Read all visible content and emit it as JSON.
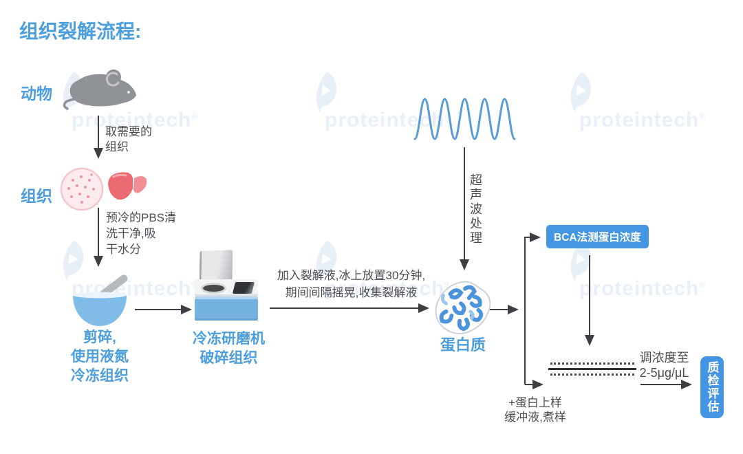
{
  "title": "组织裂解流程:",
  "watermark": {
    "text": "proteintech",
    "reg_mark": "®"
  },
  "labels": {
    "animal": "动物",
    "tissue": "组织",
    "mortar_lines": [
      "剪碎,",
      "使用液氮",
      "冷冻组织"
    ],
    "grinder_lines": [
      "冷冻研磨机",
      "破碎组织"
    ],
    "protein": "蛋白质"
  },
  "steps": {
    "take_tissue": [
      "取需要的",
      "组织"
    ],
    "pbs_wash": [
      "预冷的PBS清",
      "洗干净,吸",
      "干水分"
    ],
    "add_lysis": [
      "加入裂解液,冰上放置30分钟,",
      "期间间隔摇晃,收集裂解液"
    ],
    "ultrasound": "超声波处理",
    "sample_loading": [
      "+蛋白上样",
      "缓冲液,煮样"
    ],
    "adjust_concentration": [
      "调浓度至",
      "2-5μg/μL"
    ]
  },
  "badges": {
    "bca": "BCA法测蛋白浓度",
    "qc": "质检评估"
  },
  "icons": {
    "mouse": "mouse-silhouette",
    "petri_dish": "petri-dish-with-tissue",
    "liver": "liver",
    "mortar": "mortar-and-pestle",
    "grinder": "cryo-grinder-machine",
    "wave": "ultrasound-sine-wave",
    "protein": "protein-ribbon"
  },
  "colors": {
    "accent_blue": "#4d9edd",
    "badge_blue": "#4496e2",
    "arrow_dark": "#3d3f42",
    "step_text": "#4b4d52",
    "mouse_gray": "#8f9296",
    "wave_blue": "#5b9bd5",
    "mortar_blue": "#7fbce8",
    "watermark": "#e9eff7"
  }
}
